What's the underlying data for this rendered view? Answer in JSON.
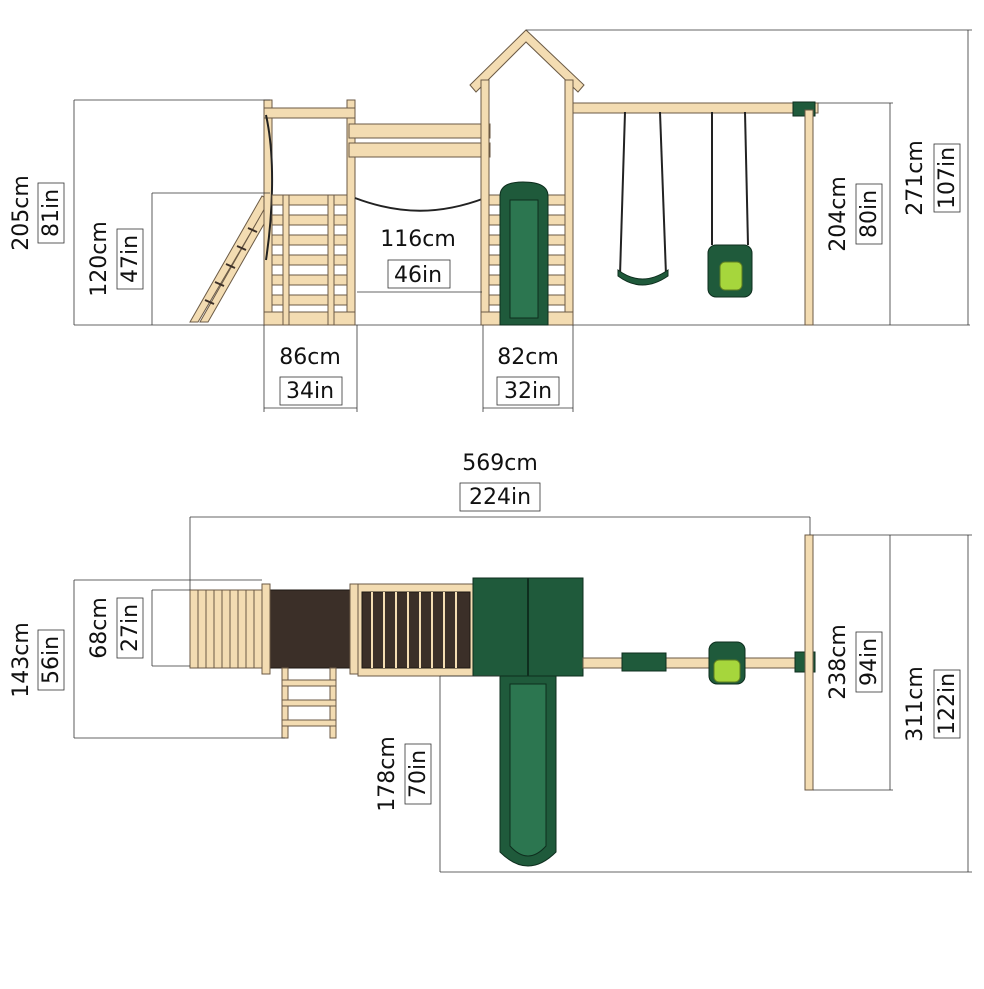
{
  "colors": {
    "wood": "#f3dcb2",
    "wood_dark": "#3b2f28",
    "green": "#1f5a3b",
    "lime": "#a6d63c"
  },
  "side_view": {
    "overall_height": {
      "cm": "205cm",
      "in": "81in"
    },
    "platform_height": {
      "cm": "120cm",
      "in": "47in"
    },
    "bridge_length": {
      "cm": "116cm",
      "in": "46in"
    },
    "deck_width_left": {
      "cm": "86cm",
      "in": "34in"
    },
    "deck_width_right": {
      "cm": "82cm",
      "in": "32in"
    },
    "swing_beam_height": {
      "cm": "204cm",
      "in": "80in"
    },
    "tower_height": {
      "cm": "271cm",
      "in": "107in"
    }
  },
  "top_view": {
    "total_length": {
      "cm": "569cm",
      "in": "224in"
    },
    "depth_left": {
      "cm": "143cm",
      "in": "56in"
    },
    "deck_depth": {
      "cm": "68cm",
      "in": "27in"
    },
    "slide_length": {
      "cm": "178cm",
      "in": "70in"
    },
    "swing_frame_width": {
      "cm": "238cm",
      "in": "94in"
    },
    "overall_depth": {
      "cm": "311cm",
      "in": "122in"
    }
  }
}
